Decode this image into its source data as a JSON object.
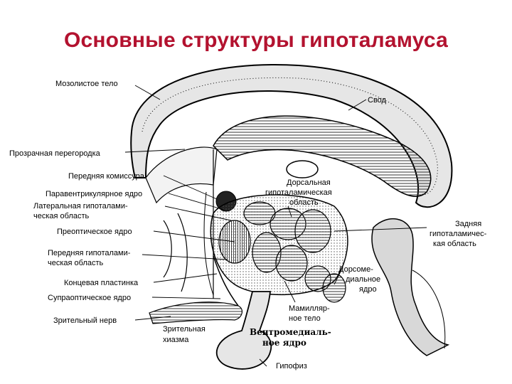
{
  "title": "Основные структуры гипоталамуса",
  "labels": {
    "corpus_callosum": "Мозолистое тело",
    "fornix": "Свод",
    "septum_pellucidum": "Прозрачная перегородка",
    "anterior_commissure": "Передняя комиссура",
    "paraventricular_nucleus": "Паравентрикулярное ядро",
    "lateral_area_1": "Латеральная гипоталами-",
    "lateral_area_2": "ческая область",
    "preoptic_nucleus": "Преоптическое ядро",
    "anterior_area_1": "Передняя гипоталами-",
    "anterior_area_2": "ческая область",
    "lamina_terminalis": "Концевая пластинка",
    "supraoptic_nucleus": "Супраоптическое ядро",
    "optic_nerve": "Зрительный нерв",
    "optic_chiasm_1": "Зрительная",
    "optic_chiasm_2": "хиазма",
    "dorsal_area_1": "Дорсальная",
    "dorsal_area_2": "гипоталамическая",
    "dorsal_area_3": "область",
    "posterior_area_1": "Задняя",
    "posterior_area_2": "гипоталамичес-",
    "posterior_area_3": "кая область",
    "dorsomedial_1": "Дорсоме-",
    "dorsomedial_2": "диальное",
    "dorsomedial_3": "ядро",
    "mammillary_1": "Мамилляр-",
    "mammillary_2": "ное тело",
    "ventromedial_1": "Вентромедиаль-",
    "ventromedial_2": "ное ядро",
    "pituitary": "Гипофиз"
  }
}
